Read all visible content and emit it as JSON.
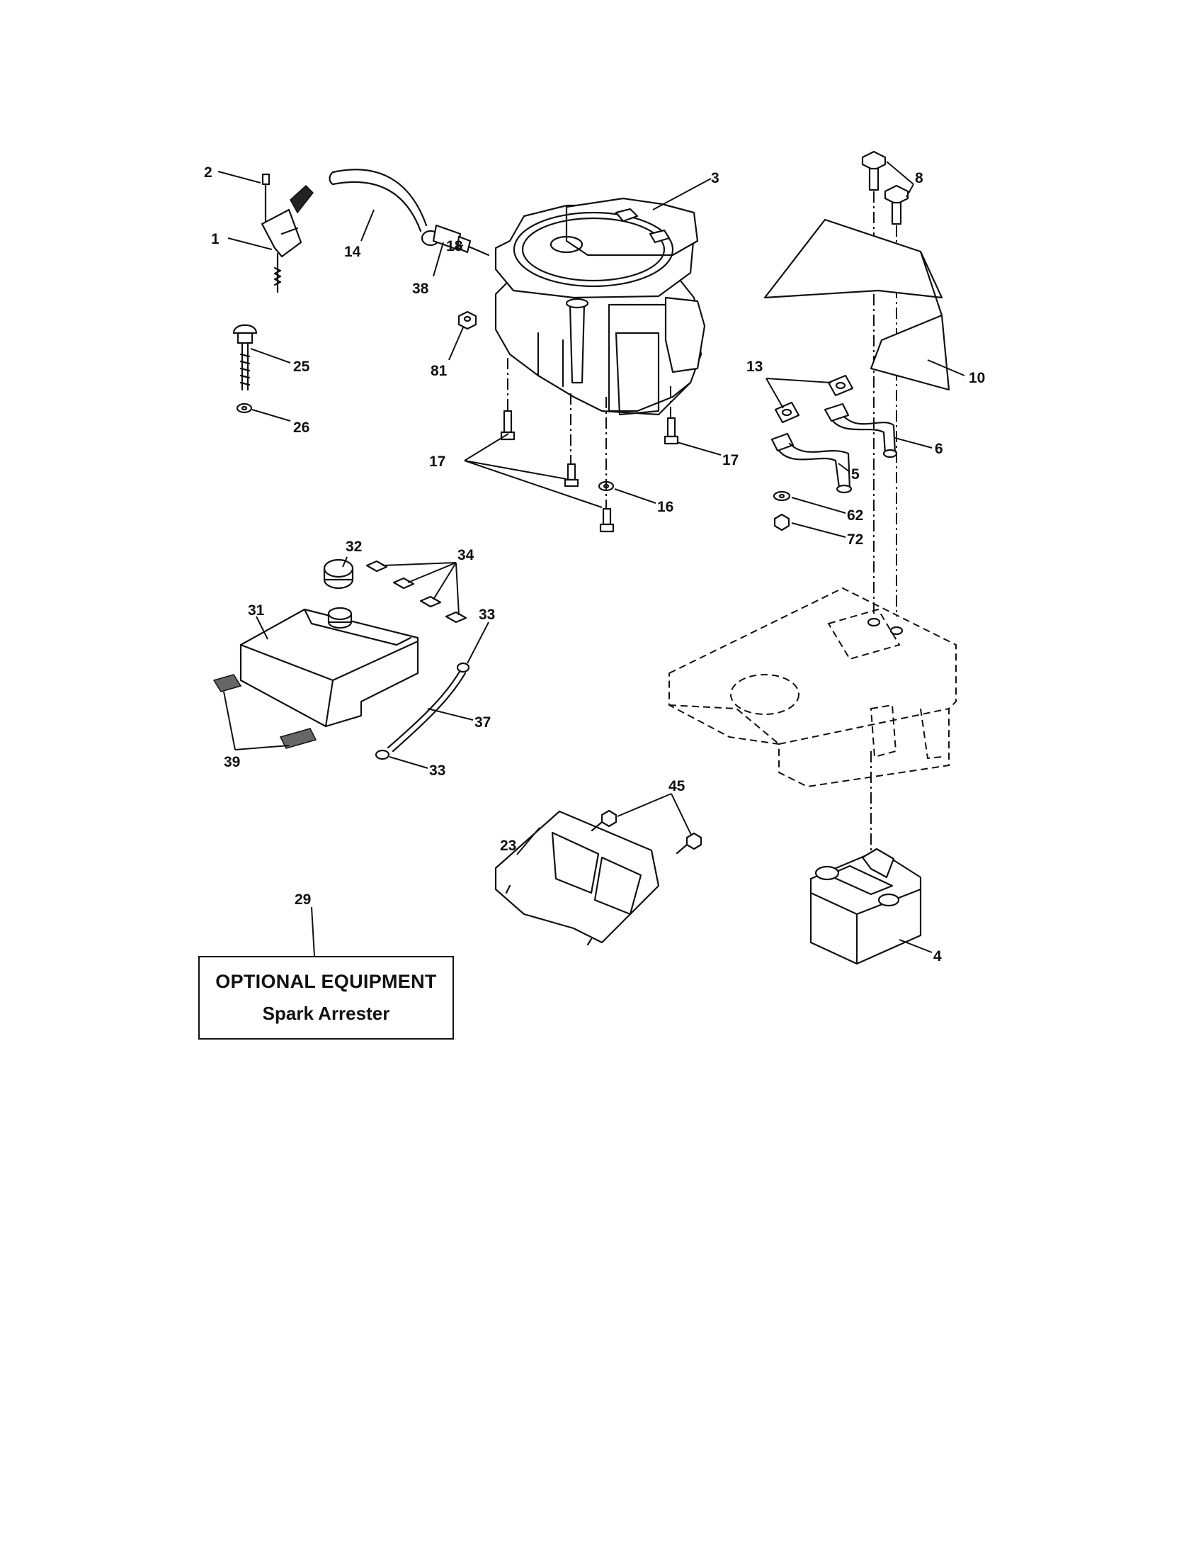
{
  "callouts": {
    "c1": "1",
    "c2": "2",
    "c3": "3",
    "c4": "4",
    "c5": "5",
    "c6": "6",
    "c8": "8",
    "c10": "10",
    "c13": "13",
    "c14": "14",
    "c16": "16",
    "c17a": "17",
    "c17b": "17",
    "c18": "18",
    "c23": "23",
    "c25": "25",
    "c26": "26",
    "c29": "29",
    "c31": "31",
    "c32": "32",
    "c33a": "33",
    "c33b": "33",
    "c34": "34",
    "c37": "37",
    "c38": "38",
    "c39": "39",
    "c45": "45",
    "c62": "62",
    "c72": "72",
    "c81": "81"
  },
  "optional_equipment": {
    "title": "OPTIONAL EQUIPMENT",
    "subtitle": "Spark Arrester"
  }
}
